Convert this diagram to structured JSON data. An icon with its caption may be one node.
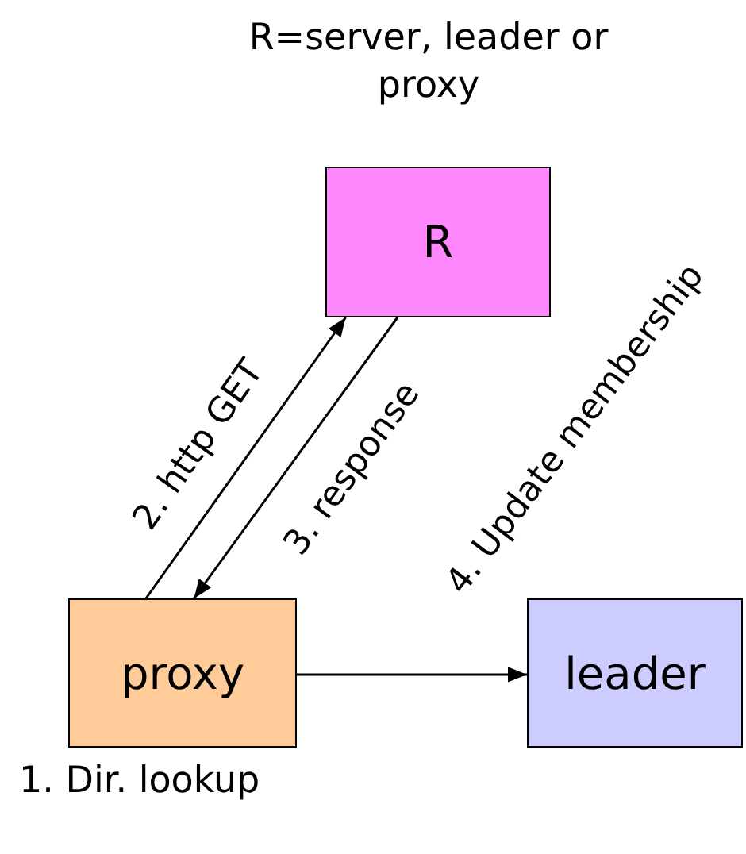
{
  "diagram": {
    "nodes": [
      {
        "text": [
          "R"
        ]
      },
      {
        "text": [
          "proxy"
        ]
      },
      {
        "text": [
          "leader"
        ]
      }
    ],
    "edges": [
      {
        "from": 1,
        "to": 0,
        "arrow": "to",
        "label": "2. http GET"
      },
      {
        "from": 0,
        "to": 1,
        "arrow": "to",
        "label": "3. response"
      },
      {
        "from": 1,
        "to": 2,
        "arrow": "to",
        "label": "4. Update membership"
      }
    ],
    "labels": [
      "R=server, leader or proxy",
      "1. Dir. lookup"
    ]
  }
}
